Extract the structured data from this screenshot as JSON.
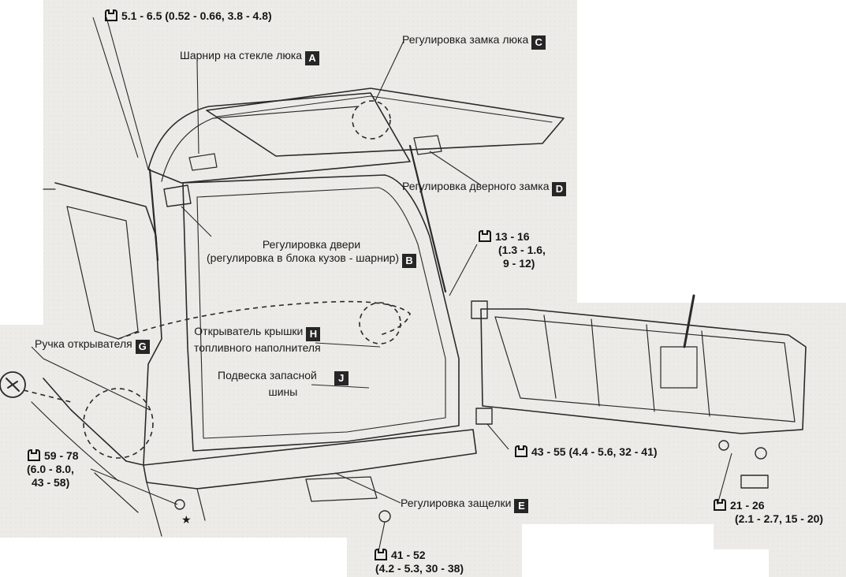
{
  "diagram": {
    "labels": {
      "A": {
        "text": "Шарнир на стекле люка",
        "letter": "A"
      },
      "B": {
        "lines": [
          "Регулировка двери",
          "(регулировка в блока кузов - шарнир)"
        ],
        "letter": "B"
      },
      "C": {
        "text": "Регулировка замка люка",
        "letter": "C"
      },
      "D": {
        "text": "Регулировка дверного замка",
        "letter": "D"
      },
      "E": {
        "text": "Регулировка защелки",
        "letter": "E"
      },
      "G": {
        "text": "Ручка открывателя",
        "letter": "G"
      },
      "H": {
        "lines": [
          "Открыватель крышки",
          "топливного наполнителя"
        ],
        "letter": "H"
      },
      "J": {
        "lines": [
          "Подвеска запасной",
          "шины"
        ],
        "letter": "J"
      }
    },
    "torques": {
      "t1": {
        "lines": [
          "5.1 - 6.5 (0.52 - 0.66, 3.8 - 4.8)"
        ]
      },
      "t2": {
        "lines": [
          "13 - 16",
          "(1.3 - 1.6,",
          "9 - 12)"
        ]
      },
      "t3": {
        "lines": [
          "43 - 55 (4.4 - 5.6, 32 - 41)"
        ]
      },
      "t4": {
        "lines": [
          "59 - 78",
          "(6.0 - 8.0,",
          "43 - 58)"
        ]
      },
      "t5": {
        "lines": [
          "21 - 26",
          "(2.1 - 2.7, 15 - 20)"
        ]
      },
      "t6": {
        "lines": [
          "41 - 52",
          "(4.2 - 5.3, 30 - 38)"
        ]
      }
    }
  }
}
